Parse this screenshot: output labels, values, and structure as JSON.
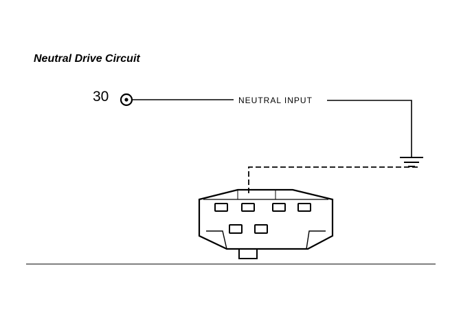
{
  "diagram": {
    "title": "Neutral Drive Circuit",
    "terminal_number": "30",
    "wire_label": "NEUTRAL INPUT"
  }
}
